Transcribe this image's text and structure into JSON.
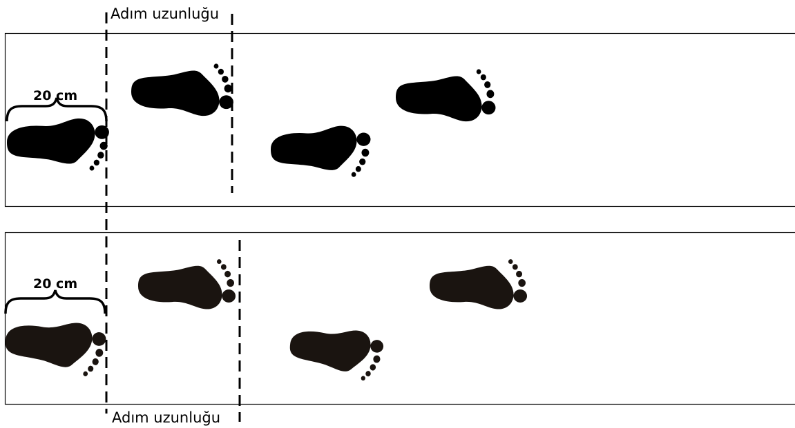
{
  "top_panel": {
    "step_label": "Adım uzunluğu",
    "foot_size_label": "20 cm"
  },
  "bottom_panel": {
    "step_label": "Adım uzunluğu",
    "foot_size_label": "20 cm"
  },
  "colors": {
    "line": "#000000",
    "footprint_top": "#000000",
    "footprint_bottom": "#1a1410"
  }
}
